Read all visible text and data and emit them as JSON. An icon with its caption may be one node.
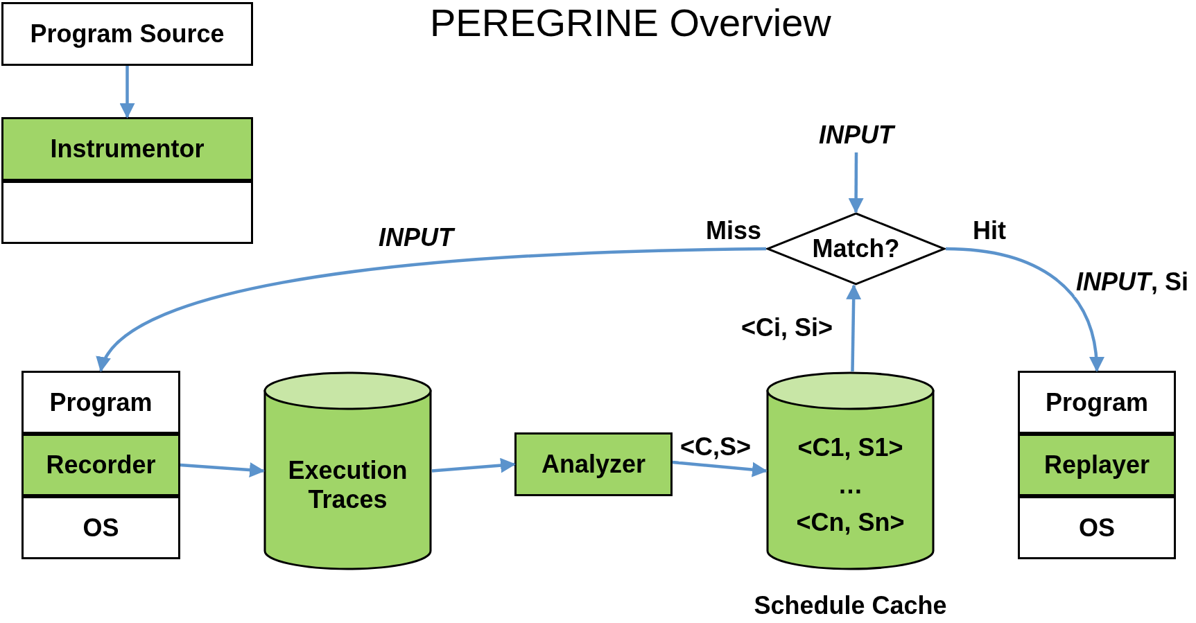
{
  "diagram": {
    "title": "PEREGRINE Overview",
    "nodes": [
      {
        "text": [
          "Program Source"
        ]
      },
      {
        "text": [
          "Instrumentor"
        ]
      },
      {
        "text": [],
        "shape": "box"
      },
      {
        "text": [
          "Program"
        ]
      },
      {
        "text": [
          "Recorder"
        ]
      },
      {
        "text": [
          "OS"
        ]
      },
      {
        "text": [
          "Execution Traces"
        ]
      },
      {
        "text": [
          "Analyzer"
        ]
      },
      {
        "text": [
          "<C1, S1>",
          "…",
          "<Cn, Sn>"
        ],
        "beside": [
          "Schedule Cache"
        ]
      },
      {
        "text": [
          "Program"
        ]
      },
      {
        "text": [
          "Replayer"
        ]
      },
      {
        "text": [
          "OS"
        ]
      },
      {
        "text": [
          "Match?"
        ]
      },
      {
        "text": [
          "INPUT"
        ]
      }
    ],
    "edges": [
      {
        "from": 0,
        "to": 1,
        "arrow": "to"
      },
      {
        "from": 4,
        "to": 6,
        "arrow": "to"
      },
      {
        "from": 6,
        "to": 7,
        "arrow": "to"
      },
      {
        "from": 7,
        "to": 8,
        "arrow": "to",
        "label": "<C,S>"
      },
      {
        "from": 8,
        "to": 12,
        "arrow": "to",
        "label": "<Ci, Si>"
      },
      {
        "from": 13,
        "to": 12,
        "arrow": "to"
      },
      {
        "from": 12,
        "to": 3,
        "arrow": "to",
        "label": "INPUT"
      },
      {
        "from": 12,
        "to": 9,
        "arrow": "to",
        "label": "*INPUT*, Si"
      }
    ],
    "labels": [
      "Miss",
      "Hit"
    ]
  }
}
